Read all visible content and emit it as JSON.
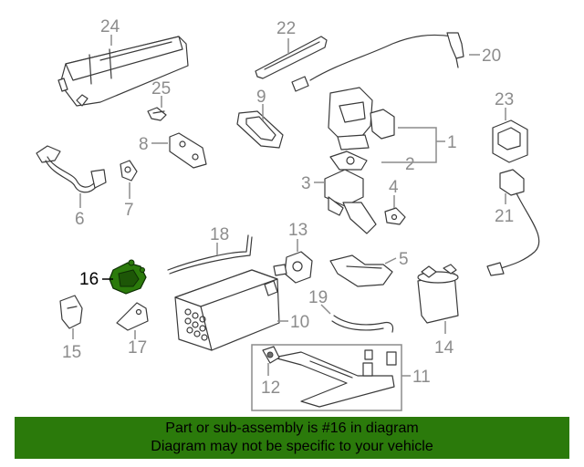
{
  "callouts": {
    "n1": "1",
    "n2": "2",
    "n3": "3",
    "n4": "4",
    "n5": "5",
    "n6": "6",
    "n7": "7",
    "n8": "8",
    "n9": "9",
    "n10": "10",
    "n11": "11",
    "n12": "12",
    "n13": "13",
    "n14": "14",
    "n15": "15",
    "n16": "16",
    "n17": "17",
    "n18": "18",
    "n19": "19",
    "n20": "20",
    "n21": "21",
    "n22": "22",
    "n23": "23",
    "n24": "24",
    "n25": "25"
  },
  "highlighted_callout": "16",
  "colors": {
    "banner": "#2b7a0b",
    "callout_text": "#8c8c8c",
    "highlight_part": "#2b7a0b"
  },
  "footer": {
    "line1": "Part or sub-assembly is #16 in diagram",
    "line2": "Diagram may not be specific to your vehicle"
  }
}
